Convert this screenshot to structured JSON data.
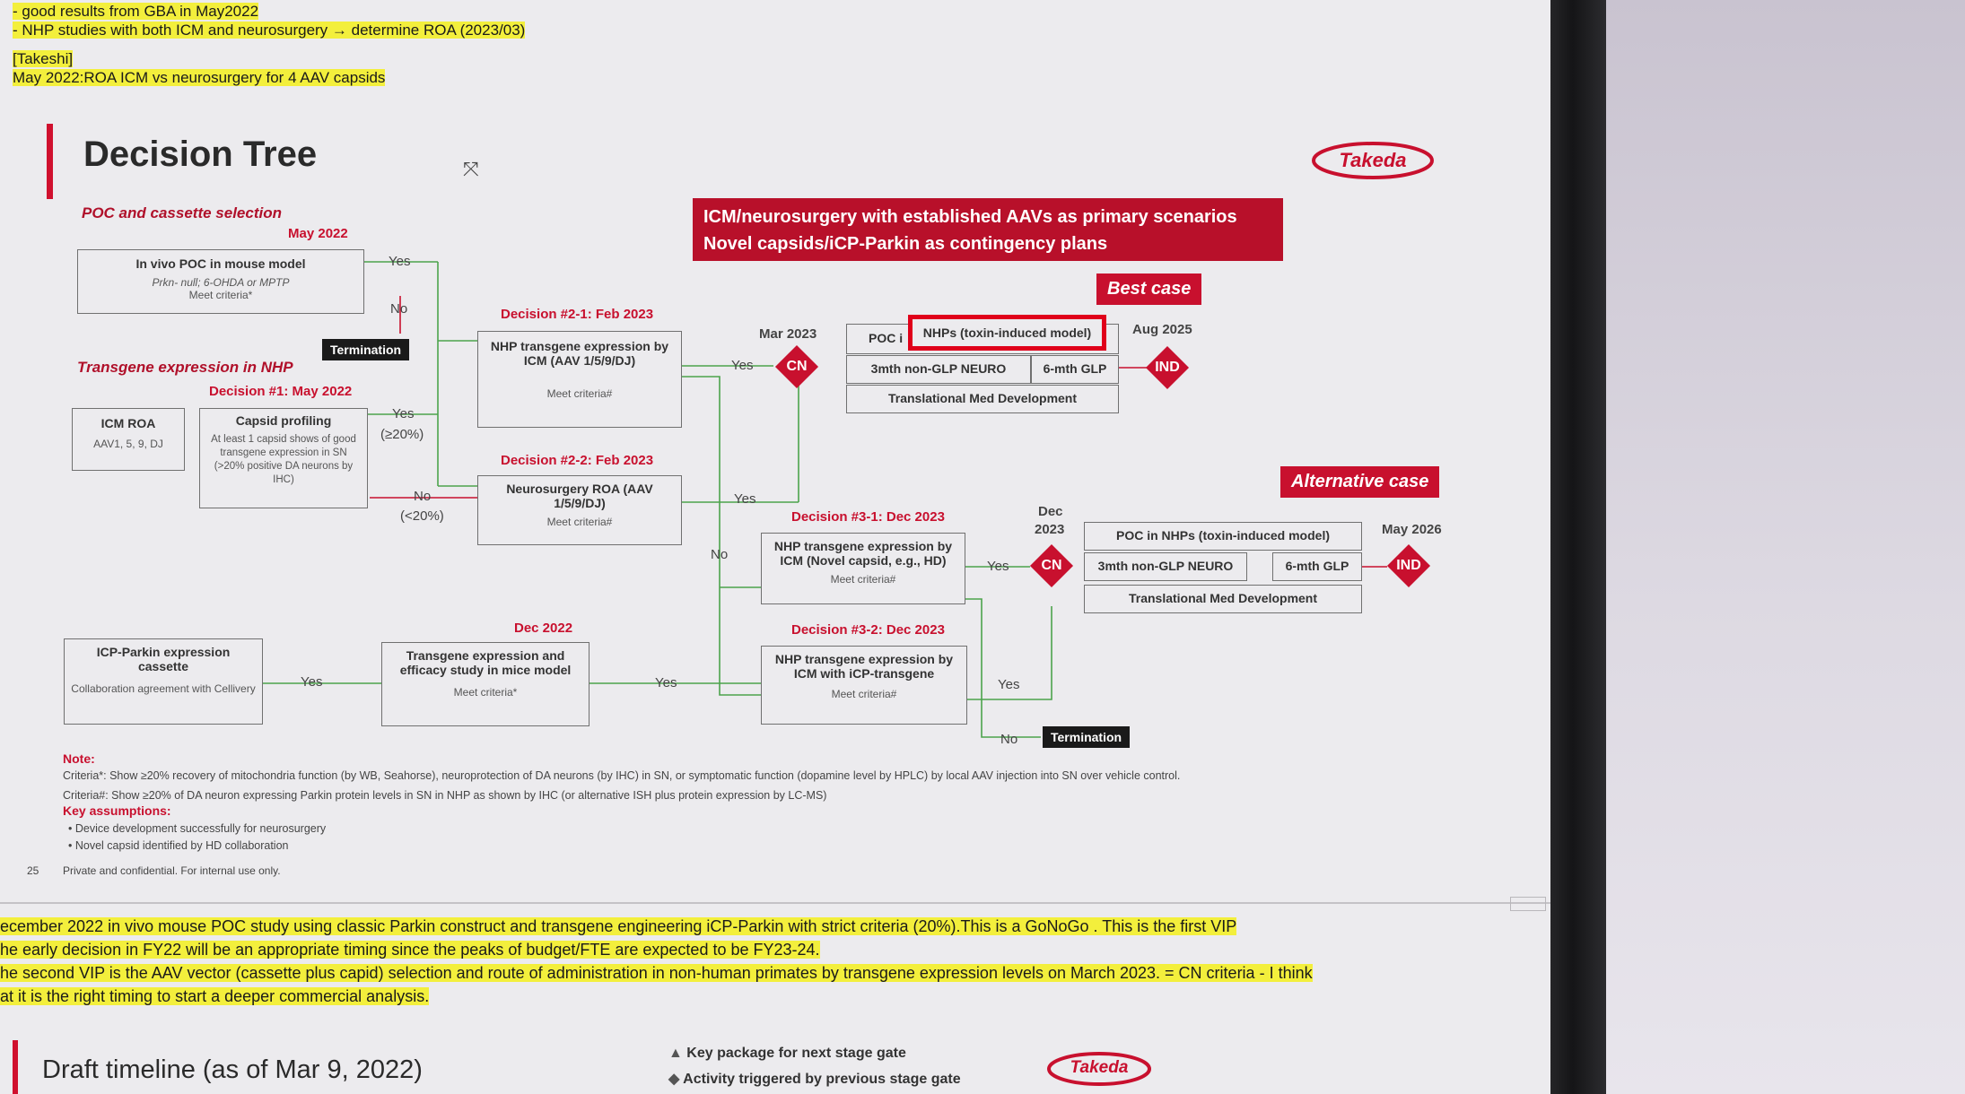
{
  "top_notes": {
    "line1": "-      good results from GBA in May2022",
    "line2": "-      NHP studies with both ICM and neurosurgery → determine ROA (2023/03)",
    "author": "[Takeshi]",
    "line3": "May 2022:ROA ICM vs neurosurgery for 4 AAV capsids"
  },
  "slide": {
    "title": "Decision Tree",
    "logo": "Takeda",
    "banner_line1": "ICM/neurosurgery with established AAVs as primary scenarios",
    "banner_line2": "Novel capsids/iCP-Parkin  as contingency plans",
    "best_case": "Best case",
    "alt_case": "Alternative case",
    "sect1": "POC and cassette selection",
    "sect2": "Transgene expression in NHP",
    "may2022": "May 2022",
    "poc_box_title": "In vivo POC in mouse model",
    "poc_box_sub1": "Prkn- null; 6-OHDA or MPTP",
    "poc_box_sub2": "Meet criteria*",
    "yes": "Yes",
    "no": "No",
    "termination": "Termination",
    "dec1": "Decision #1: May 2022",
    "icm_roa_title": "ICM ROA",
    "icm_roa_sub": "AAV1, 5, 9, DJ",
    "capsid_title": "Capsid profiling",
    "capsid_sub": "At least 1 capsid shows of good transgene expression in SN (>20% positive DA neurons by IHC)",
    "ge20": "(≥20%)",
    "lt20": "(<20%)",
    "dec21": "Decision #2-1: Feb 2023",
    "nhp_icm_title": "NHP transgene expression by ICM (AAV 1/5/9/DJ)",
    "meet_hash": "Meet criteria#",
    "meet_star": "Meet criteria*",
    "dec22": "Decision #2-2: Feb 2023",
    "neuro_title": "Neurosurgery ROA (AAV 1/5/9/DJ)",
    "icp_title": "ICP-Parkin expression cassette",
    "icp_sub": "Collaboration agreement with Cellivery",
    "dec2022": "Dec 2022",
    "mice_title": "Transgene expression and efficacy study in mice model",
    "mar2023": "Mar 2023",
    "cn": "CN",
    "ind": "IND",
    "aug2025": "Aug 2025",
    "poc_nhp_prefix": "POC i",
    "poc_nhp_hl": "NHPs (toxin-induced model)",
    "neuro3": "3mth non-GLP NEURO",
    "glp6": "6-mth GLP",
    "tmd": "Translational Med Development",
    "dec31": "Decision #3-1: Dec 2023",
    "nhp_novel_title": "NHP transgene expression by ICM (Novel capsid, e.g., HD)",
    "dec32": "Decision #3-2: Dec 2023",
    "nhp_icp_title": "NHP transgene expression by ICM with iCP-transgene",
    "dec2023a": "Dec",
    "dec2023b": "2023",
    "may2026": "May 2026",
    "poc_nhp_full": "POC in NHPs (toxin-induced model)",
    "note_hdr": "Note:",
    "note1": "Criteria*: Show ≥20% recovery of mitochondria function (by WB, Seahorse), neuroprotection of DA neurons (by IHC) in SN, or symptomatic function (dopamine level by HPLC) by local AAV injection into SN over vehicle control.",
    "note2": "Criteria#: Show ≥20% of DA neuron expressing Parkin protein levels in SN in NHP as shown by IHC (or alternative ISH plus protein expression by LC-MS)",
    "assump_hdr": "Key assumptions:",
    "assump1": "Device development successfully for neurosurgery",
    "assump2": "Novel capsid identified by HD collaboration",
    "page_no": "25",
    "footer": "Private and confidential. For internal use only."
  },
  "bottom_notes": {
    "b1": "ecember 2022 in vivo mouse POC study using classic Parkin construct and transgene engineering iCP-Parkin with strict criteria (20%).This is a GoNoGo . This is the first VIP",
    "b2": "he early decision in FY22 will be an appropriate timing since the peaks of budget/FTE are expected to be FY23-24.",
    "b3": "he second VIP is the AAV vector (cassette plus capid) selection and route of administration in non-human primates by transgene expression levels on March 2023.  = CN criteria  - I think",
    "b4": "at it is the right timing to start a deeper commercial analysis."
  },
  "next_slide": {
    "title": "Draft timeline (as of Mar 9, 2022)",
    "legend1": "Key package for next stage gate",
    "legend2": "Activity triggered by previous stage gate",
    "logo": "Takeda"
  },
  "colors": {
    "accent": "#c8102e",
    "highlight": "#f3ef3c",
    "arrow": "#4ca34c"
  }
}
